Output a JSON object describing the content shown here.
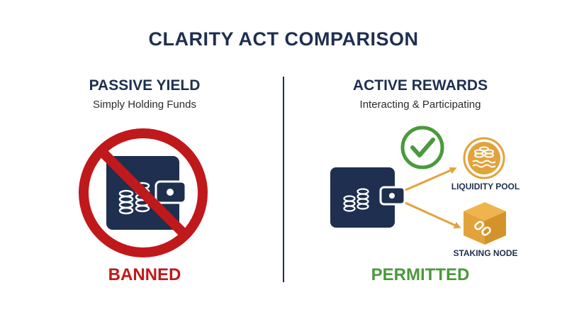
{
  "title": "CLARITY ACT COMPARISON",
  "left": {
    "heading": "PASSIVE YIELD",
    "subheading": "Simply Holding Funds",
    "status": "BANNED",
    "icon": "prohibited-wallet-icon"
  },
  "right": {
    "heading": "ACTIVE REWARDS",
    "subheading": "Interacting & Participating",
    "status": "PERMITTED",
    "icon": "wallet-icon",
    "targets": [
      {
        "label": "LIQUIDITY POOL",
        "icon": "liquidity-pool-icon"
      },
      {
        "label": "STAKING NODE",
        "icon": "staking-node-icon"
      }
    ]
  },
  "colors": {
    "navy": "#1e2f4f",
    "red": "#c0191b",
    "green": "#4a9a3b",
    "orange": "#e2a33c"
  }
}
